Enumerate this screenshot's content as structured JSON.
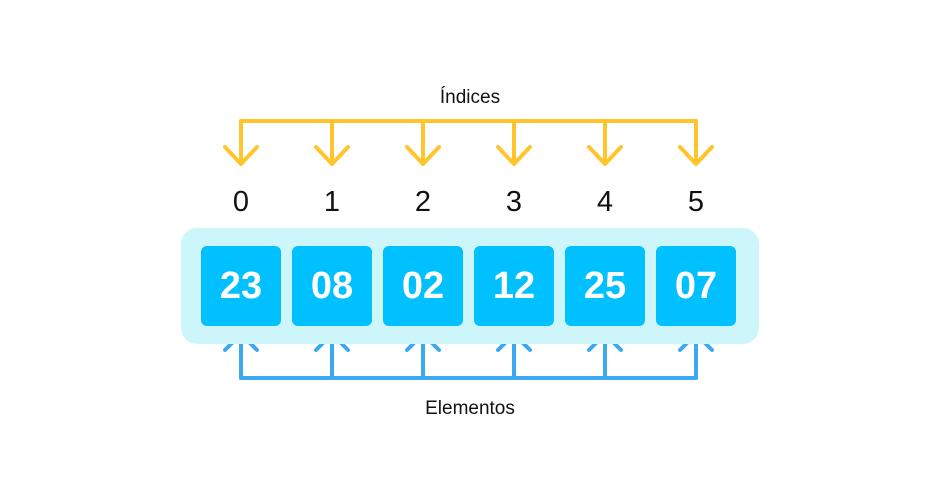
{
  "diagram": {
    "indices_label": "Índices",
    "elements_label": "Elementos",
    "cells": [
      {
        "index": "0",
        "value": "23"
      },
      {
        "index": "1",
        "value": "08"
      },
      {
        "index": "2",
        "value": "02"
      },
      {
        "index": "3",
        "value": "12"
      },
      {
        "index": "4",
        "value": "25"
      },
      {
        "index": "5",
        "value": "07"
      }
    ],
    "colors": {
      "index_arrows": "#ffc52b",
      "element_arrows": "#3aa8f2",
      "cell_fill": "#00c0ff",
      "panel_fill": "#cdf6fb"
    }
  }
}
